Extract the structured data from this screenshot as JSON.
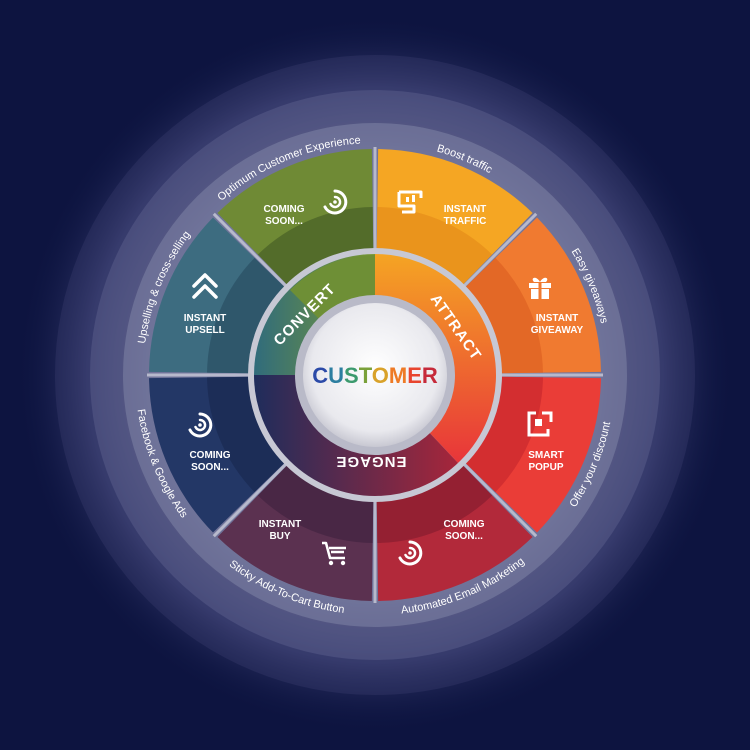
{
  "center": {
    "letters": [
      {
        "ch": "C",
        "color": "#2b4aa8"
      },
      {
        "ch": "U",
        "color": "#2c7ea0"
      },
      {
        "ch": "S",
        "color": "#3c9a6e"
      },
      {
        "ch": "T",
        "color": "#7aa13a"
      },
      {
        "ch": "O",
        "color": "#d9a22a"
      },
      {
        "ch": "M",
        "color": "#ee7a25"
      },
      {
        "ch": "E",
        "color": "#e8452e"
      },
      {
        "ch": "R",
        "color": "#c62a3a"
      }
    ]
  },
  "stages": {
    "convert": "CONVERT",
    "attract": "ATTRACT",
    "engage": "ENGAGE"
  },
  "segments": [
    {
      "id": "optimum",
      "lines": [
        "COMING",
        "SOON..."
      ],
      "icon": "coming-soon-icon",
      "color": "#6f8a35",
      "dark": "#4f6628",
      "outer_label": "Optimum Customer Experience"
    },
    {
      "id": "traffic",
      "lines": [
        "INSTANT",
        "TRAFFIC"
      ],
      "icon": "traffic-icon",
      "color": "#f5a623",
      "dark": "#e8901b",
      "outer_label": "Boost traffic"
    },
    {
      "id": "giveaway",
      "lines": [
        "INSTANT",
        "GIVEAWAY"
      ],
      "icon": "gift-icon",
      "color": "#f07a30",
      "dark": "#e06524",
      "outer_label": "Easy giveaways"
    },
    {
      "id": "popup",
      "lines": [
        "SMART",
        "POPUP"
      ],
      "icon": "popup-icon",
      "color": "#ea3d37",
      "dark": "#cf2b2f",
      "outer_label": "Offer your discount"
    },
    {
      "id": "email",
      "lines": [
        "COMING",
        "SOON..."
      ],
      "icon": "coming-soon-icon",
      "color": "#b2293a",
      "dark": "#8e1f31",
      "outer_label": "Automated Email Marketing"
    },
    {
      "id": "buy",
      "lines": [
        "INSTANT",
        "BUY"
      ],
      "icon": "cart-icon",
      "color": "#5b3150",
      "dark": "#472643",
      "outer_label": "Sticky Add-To-Cart Button"
    },
    {
      "id": "ads",
      "lines": [
        "COMING",
        "SOON..."
      ],
      "icon": "coming-soon-icon",
      "color": "#233766",
      "dark": "#1b2b55",
      "outer_label": "Facebook & Google Ads"
    },
    {
      "id": "upsell",
      "lines": [
        "INSTANT",
        "UPSELL"
      ],
      "icon": "upsell-icon",
      "color": "#3d6c80",
      "dark": "#2d5467",
      "outer_label": "Upselling & cross-selling"
    }
  ]
}
